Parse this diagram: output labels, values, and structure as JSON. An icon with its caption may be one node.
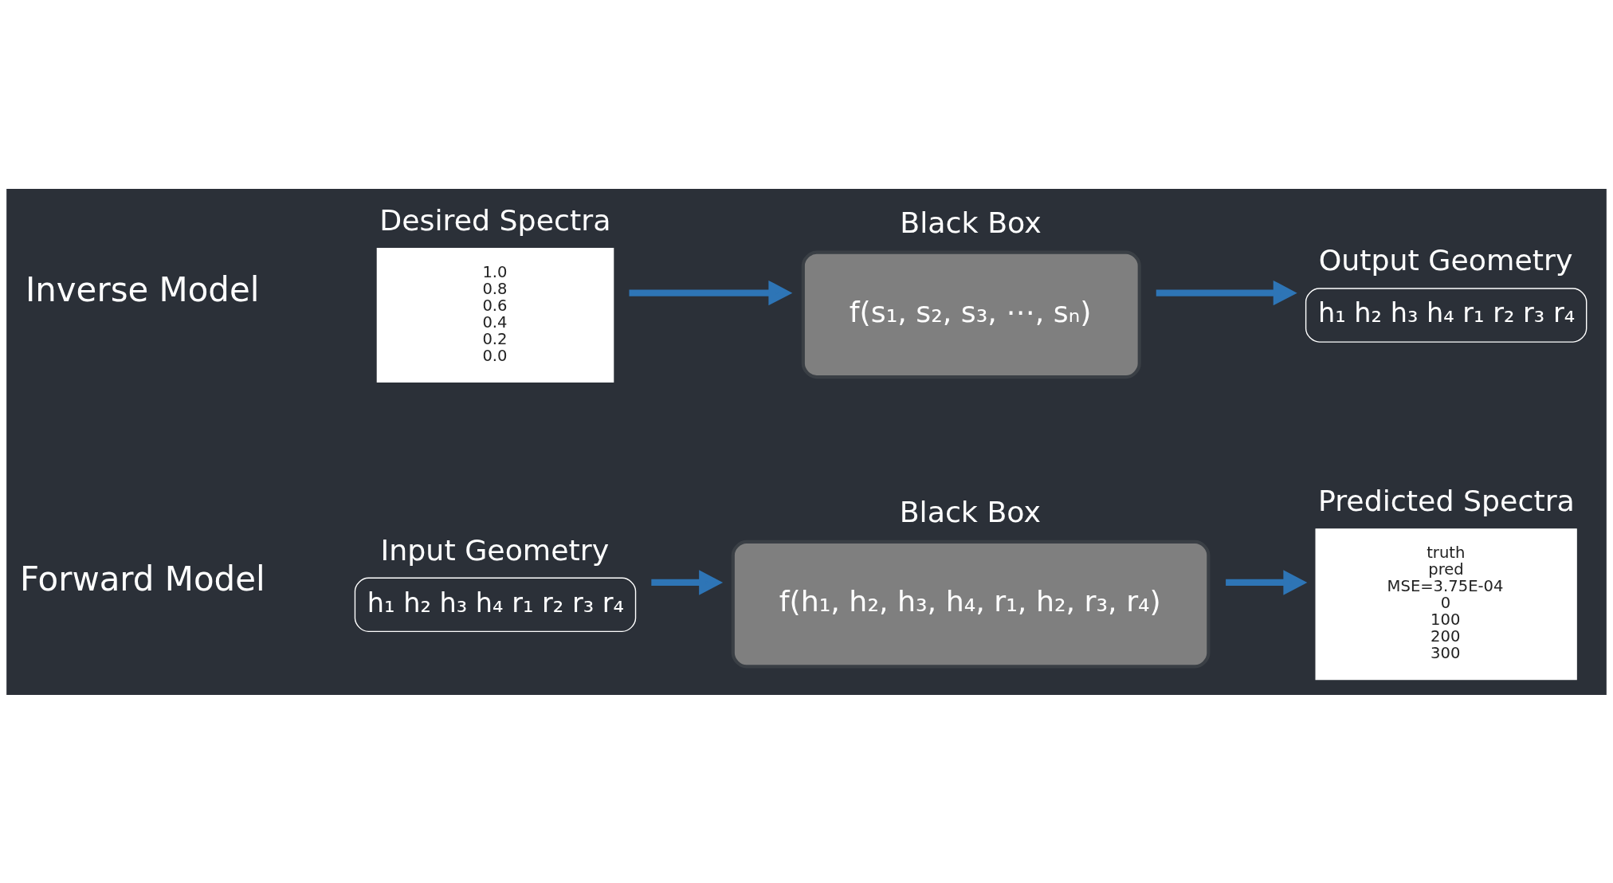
{
  "diagram": {
    "nodes": [
      {
        "text": [
          "Input Geometry",
          "h₁ h₂ h₃ h₄ r₁ r₂ r₃ r₄"
        ]
      },
      {
        "text": [
          "Black Box",
          "f(h₁, h₂, h₃, h₄, r₁, h₂, r₃, r₄)"
        ]
      },
      {
        "text": [
          "Predicted Spectra",
          "truth",
          "pred",
          "MSE=3.75E-04",
          "0",
          "100",
          "200",
          "300"
        ]
      },
      {
        "text": [
          "Desired Spectra",
          "1.0",
          "0.8",
          "0.6",
          "0.4",
          "0.2",
          "0.0"
        ]
      },
      {
        "text": [
          "Black Box",
          "f(s₁, s₂, s₃, ⋯, sₙ)"
        ]
      },
      {
        "text": [
          "Output Geometry",
          "h₁ h₂ h₃ h₄ r₁ r₂ r₃ r₄"
        ]
      }
    ],
    "edges": [
      {
        "from": 0,
        "to": 1,
        "arrow": "to"
      },
      {
        "from": 1,
        "to": 2,
        "arrow": "to"
      },
      {
        "from": 3,
        "to": 4,
        "arrow": "to"
      },
      {
        "from": 4,
        "to": 5,
        "arrow": "to"
      }
    ],
    "labels": [
      "Forward Model",
      "Inverse Model"
    ]
  }
}
